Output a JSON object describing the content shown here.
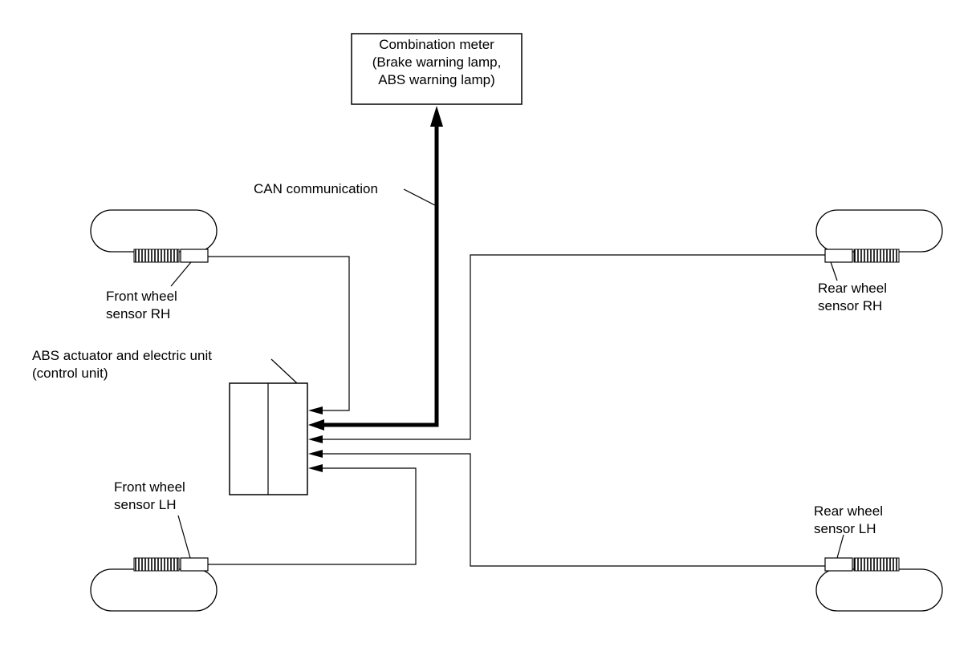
{
  "combination_meter": {
    "line1": "Combination meter",
    "line2": "(Brake warning lamp,",
    "line3": "ABS warning lamp)"
  },
  "can_label": "CAN communication",
  "abs_unit": {
    "line1": "ABS actuator and electric unit",
    "line2": "(control unit)"
  },
  "front_rh": {
    "line1": "Front wheel",
    "line2": "sensor RH"
  },
  "front_lh": {
    "line1": "Front wheel",
    "line2": "sensor LH"
  },
  "rear_rh": {
    "line1": "Rear wheel",
    "line2": "sensor RH"
  },
  "rear_lh": {
    "line1": "Rear wheel",
    "line2": "sensor LH"
  }
}
